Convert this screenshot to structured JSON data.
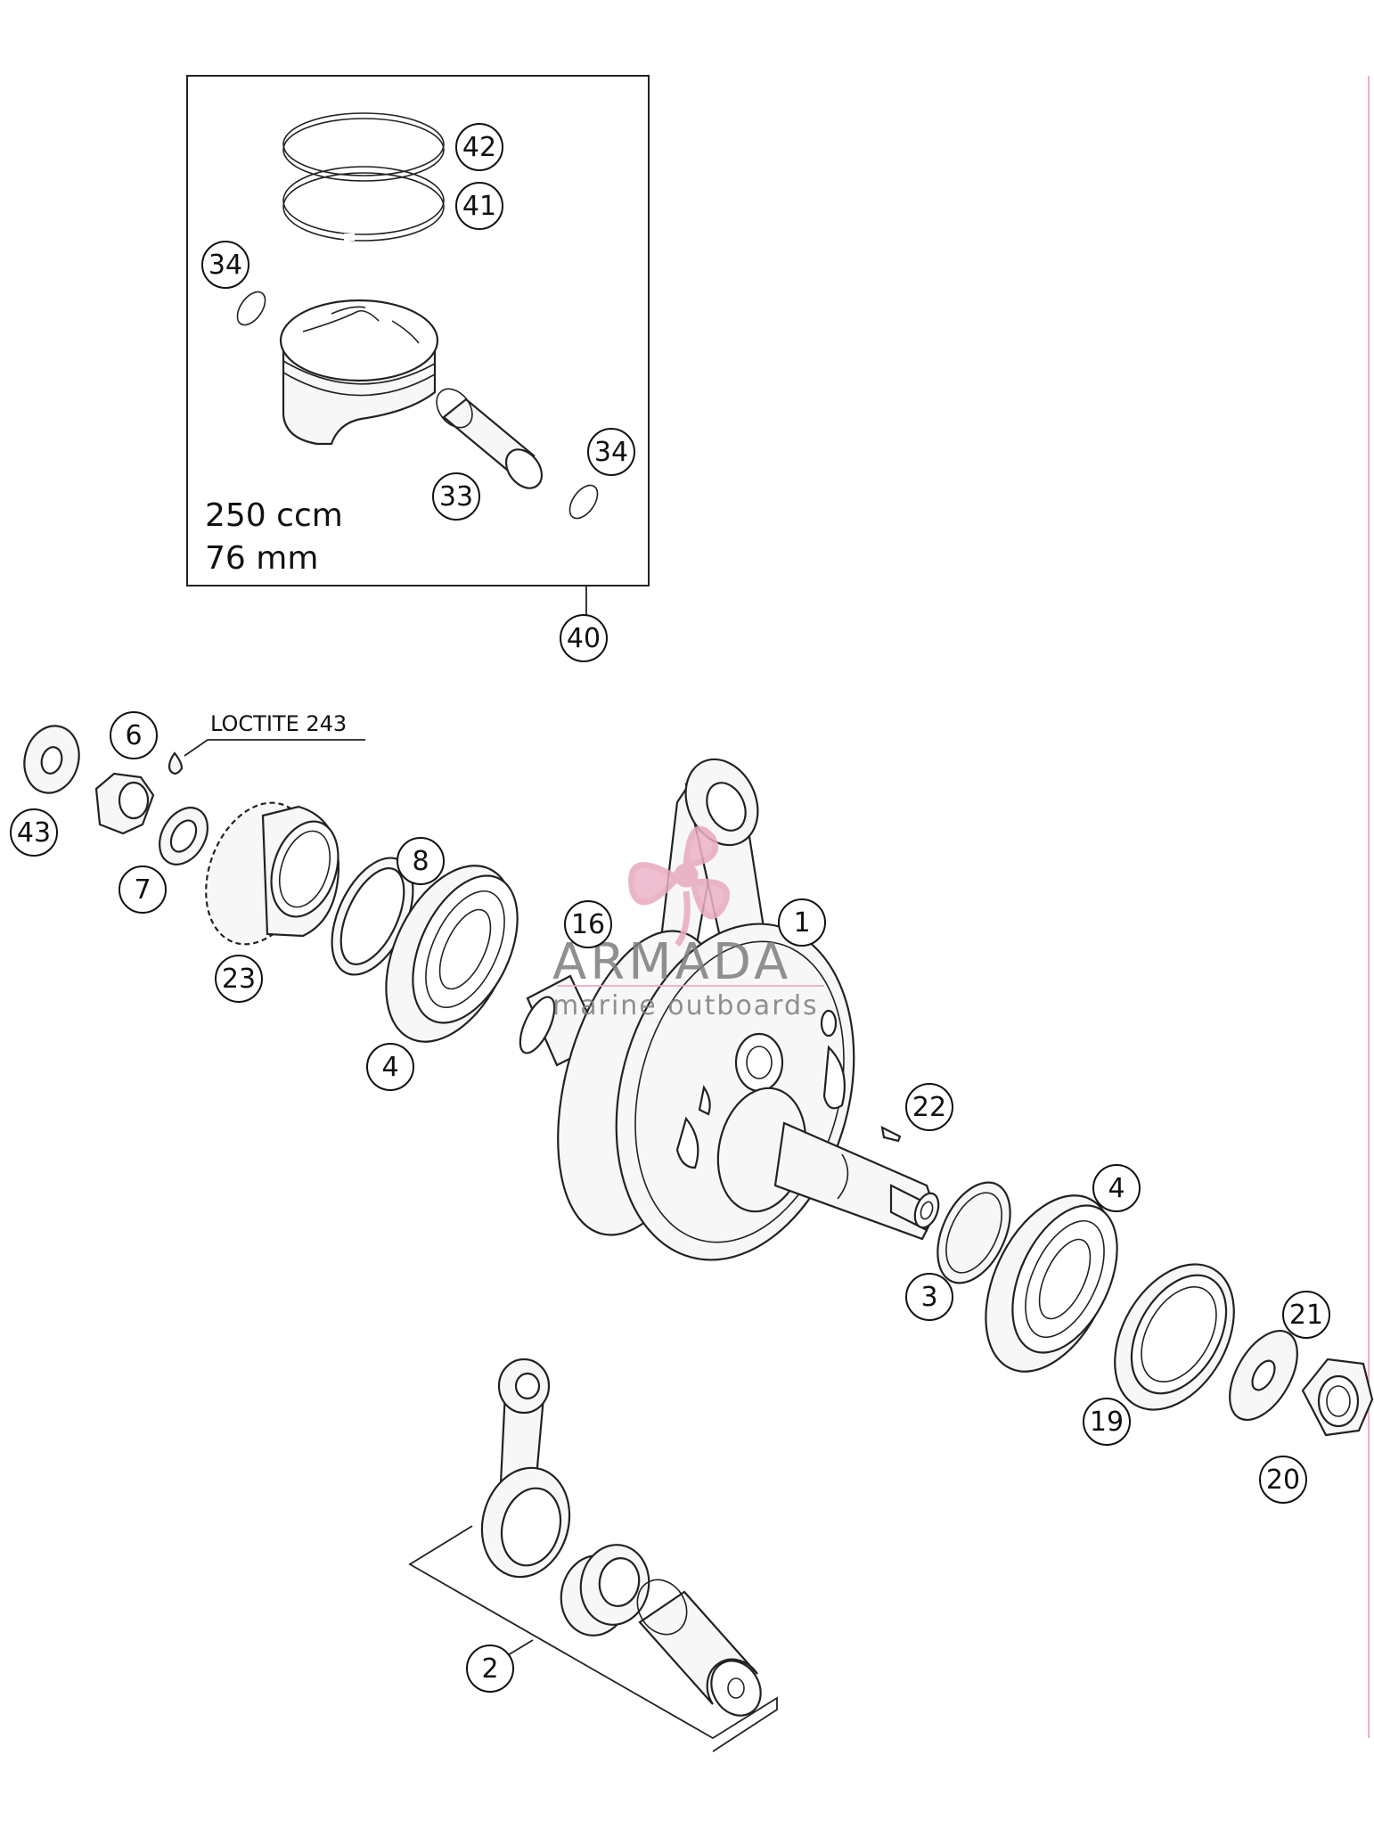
{
  "piston_kit": {
    "displacement": "250 ccm",
    "bore": "76 mm"
  },
  "loctite_note": "LOCTITE 243",
  "callouts": {
    "c42": "42",
    "c41": "41",
    "c34a": "34",
    "c34b": "34",
    "c33": "33",
    "c40": "40",
    "c6": "6",
    "c43": "43",
    "c7": "7",
    "c23": "23",
    "c8": "8",
    "c4a": "4",
    "c16": "16",
    "c1": "1",
    "c22": "22",
    "c3": "3",
    "c4b": "4",
    "c21": "21",
    "c19": "19",
    "c20": "20",
    "c2": "2"
  },
  "watermark": {
    "brand": "ARMADA",
    "tagline": "marine outboards",
    "color": "#e8a9bf"
  }
}
